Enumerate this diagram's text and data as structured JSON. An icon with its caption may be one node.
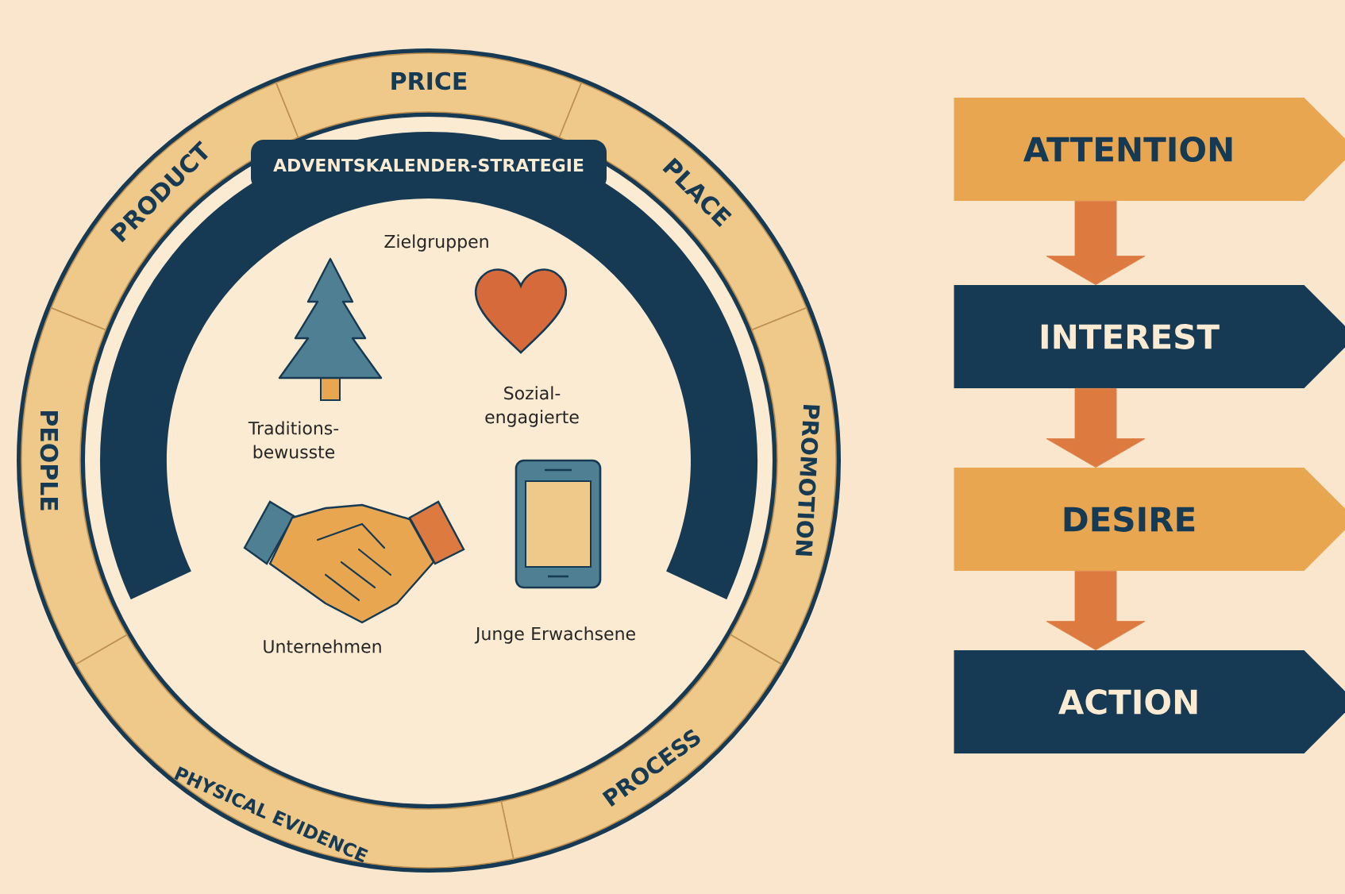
{
  "diagram": {
    "title": "ADVENTSKALENDER-STRATEGIE",
    "nodes": [
      {
        "text": [
          "PRODUCT"
        ]
      },
      {
        "text": [
          "PRICE"
        ]
      },
      {
        "text": [
          "PLACE"
        ]
      },
      {
        "text": [
          "PROMOTION"
        ]
      },
      {
        "text": [
          "PROCESS"
        ]
      },
      {
        "text": [
          "PHYSICAL EVIDENCE"
        ]
      },
      {
        "text": [
          "PEOPLE"
        ]
      },
      {
        "text": [
          "ATTENTION"
        ]
      },
      {
        "text": [
          "INTEREST"
        ]
      },
      {
        "text": [
          "DESIRE"
        ]
      },
      {
        "text": [
          "ACTION"
        ]
      }
    ],
    "edges": [
      {
        "from": 7,
        "to": 8,
        "arrow": "to"
      },
      {
        "from": 8,
        "to": 9,
        "arrow": "to"
      },
      {
        "from": 9,
        "to": 10,
        "arrow": "to"
      }
    ],
    "labels": [
      "Zielgruppen",
      "Traditions- bewusste",
      "Sozial- engagierte",
      "Unternehmen",
      "Junge Erwachsene"
    ]
  }
}
